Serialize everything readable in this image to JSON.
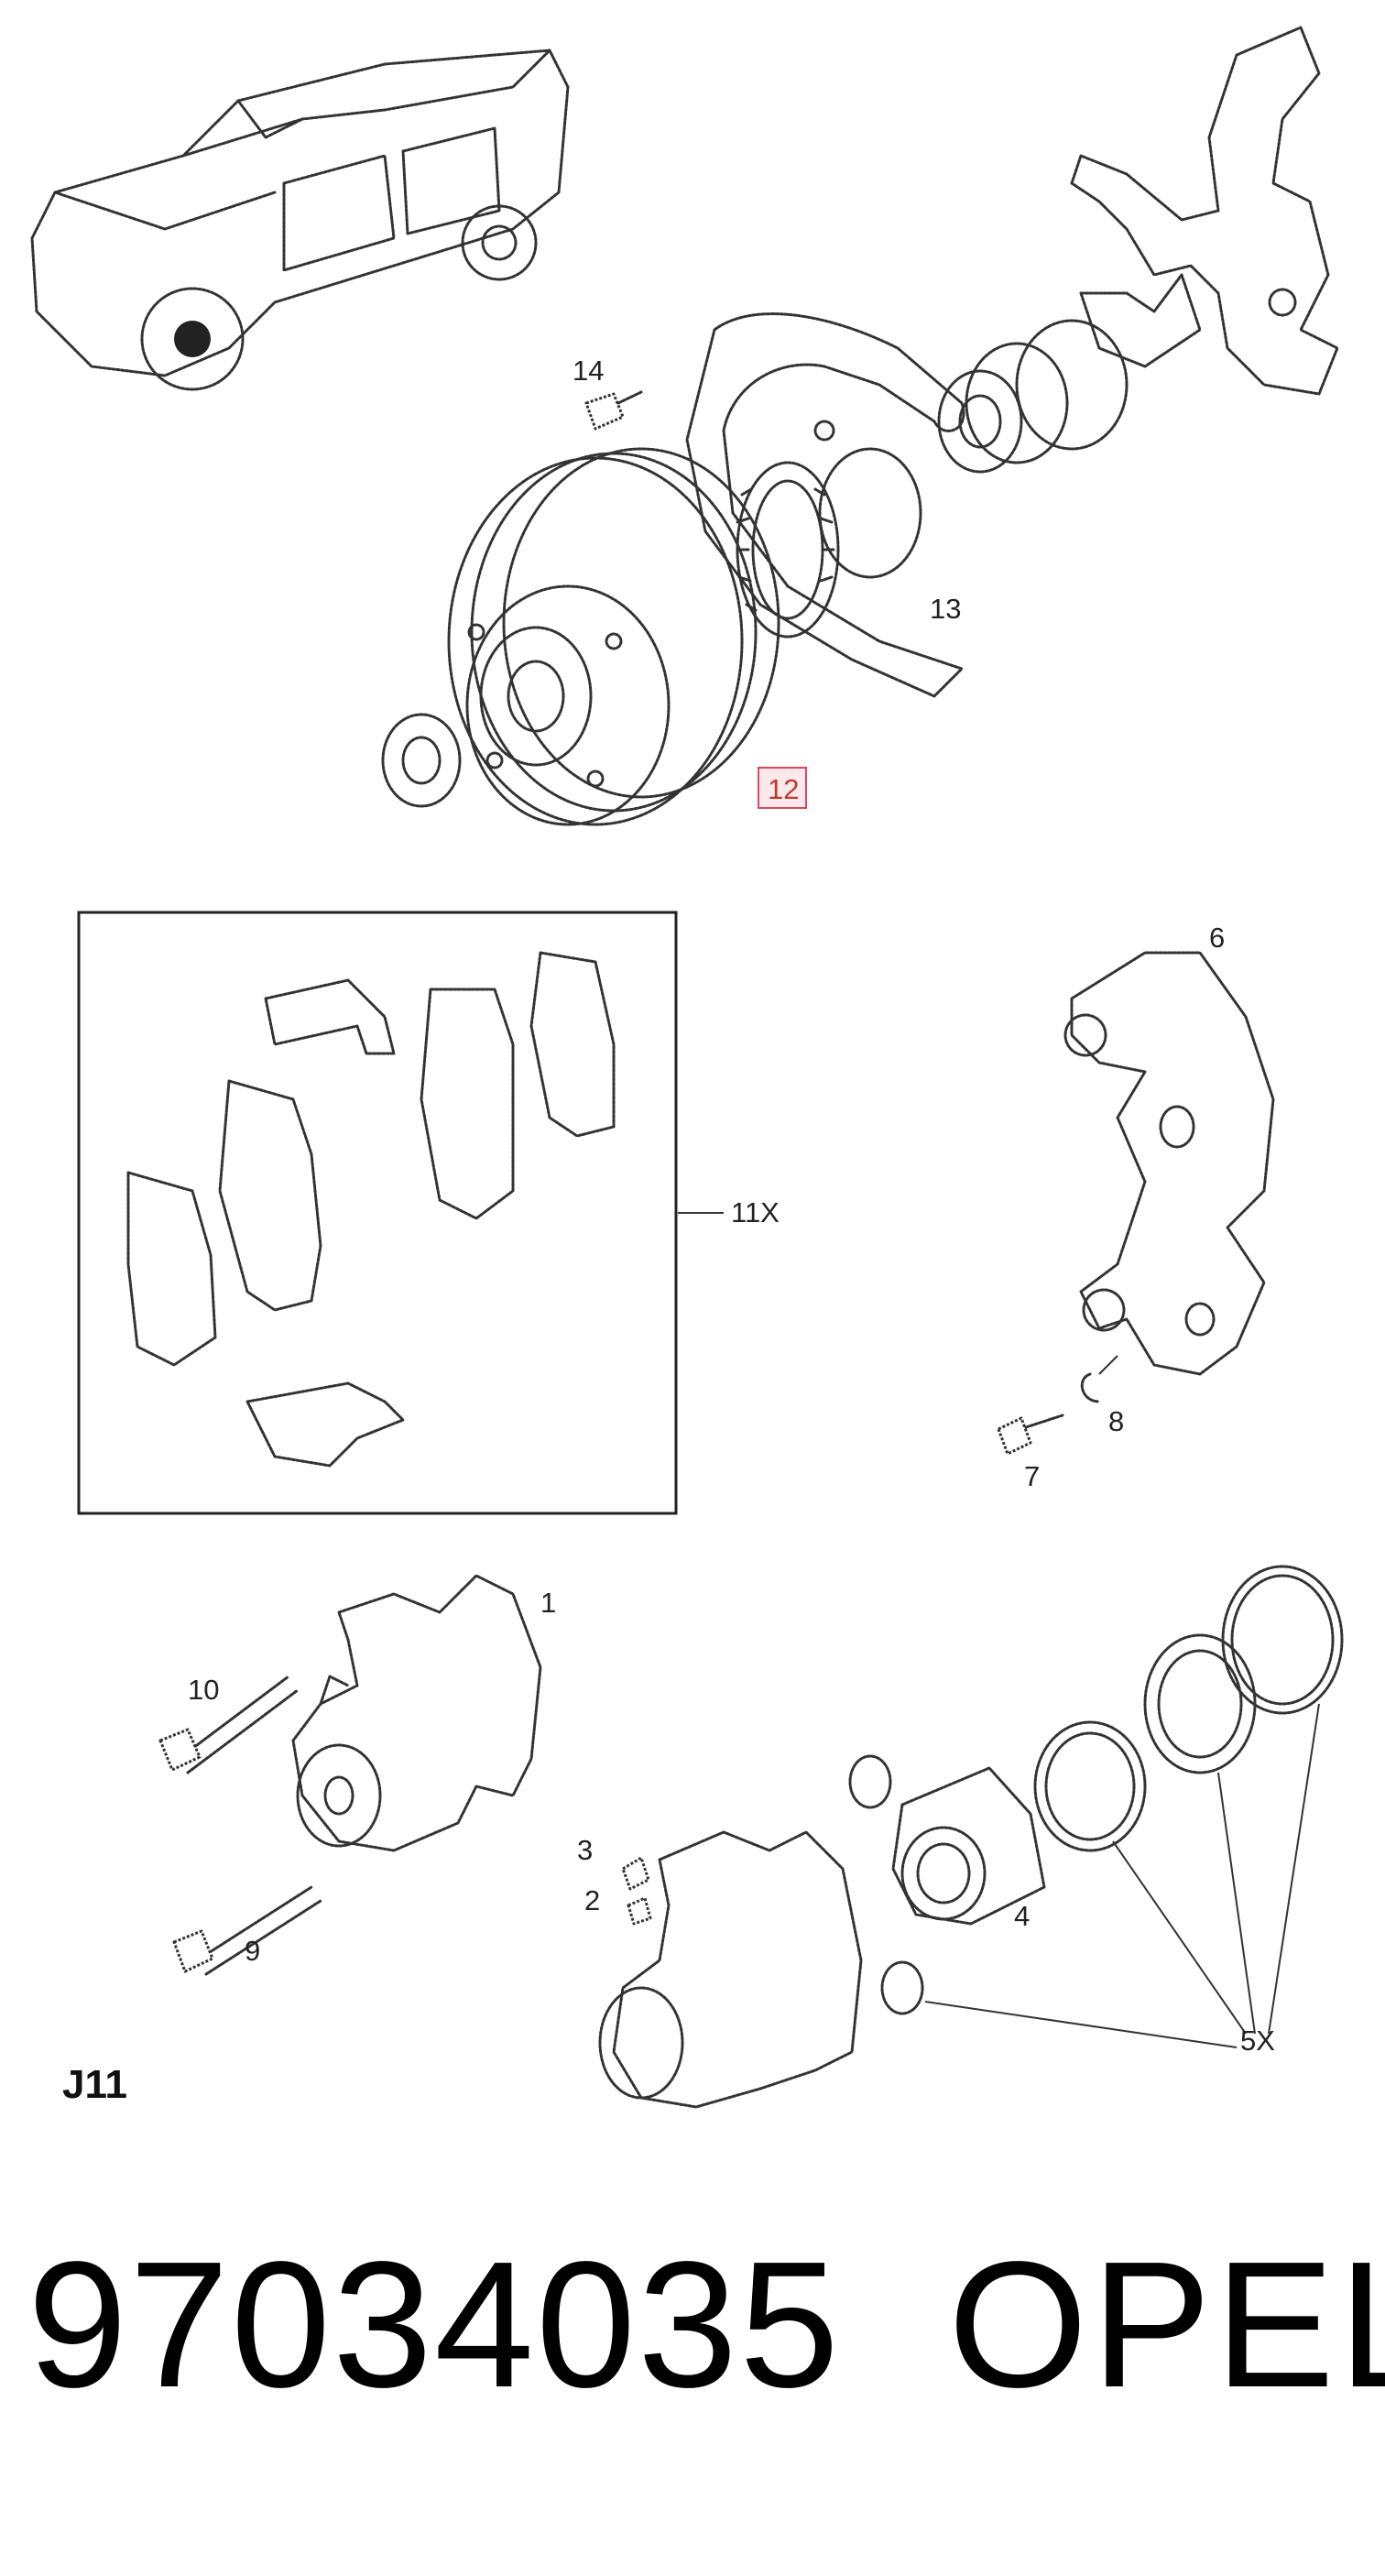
{
  "diagram": {
    "callouts": {
      "c1": "1",
      "c2": "2",
      "c3": "3",
      "c4": "4",
      "c5x": "5X",
      "c6": "6",
      "c7": "7",
      "c8": "8",
      "c9": "9",
      "c10": "10",
      "c11x": "11X",
      "c12": "12",
      "c13": "13",
      "c14": "14"
    },
    "highlighted_callout": "12",
    "highlight_color": "#d9485f",
    "section_code": "J11"
  },
  "footer": {
    "part_number": "97034035",
    "brand": "OPEL"
  }
}
